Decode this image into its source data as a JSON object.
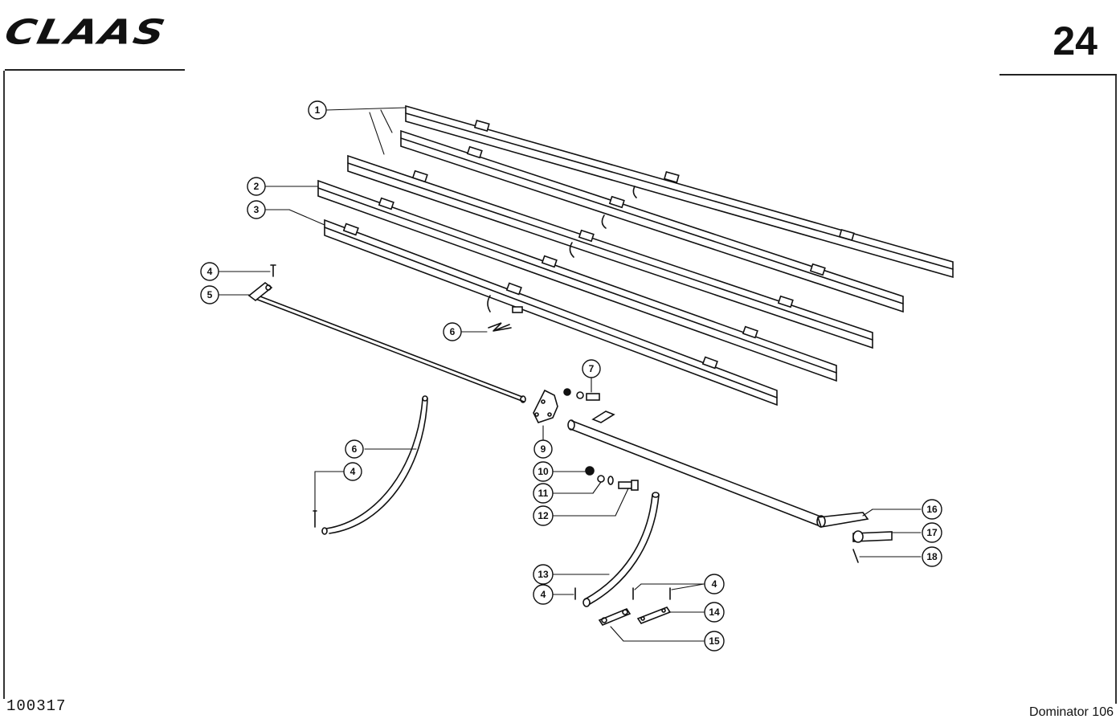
{
  "header": {
    "brand": "CLAAS",
    "page_number": "24"
  },
  "footer": {
    "doc_number": "100317",
    "model": "Dominator 106"
  },
  "callouts": [
    {
      "id": "c1",
      "label": "1"
    },
    {
      "id": "c2",
      "label": "2"
    },
    {
      "id": "c3",
      "label": "3"
    },
    {
      "id": "c4a",
      "label": "4"
    },
    {
      "id": "c5",
      "label": "5"
    },
    {
      "id": "c6a",
      "label": "6"
    },
    {
      "id": "c7",
      "label": "7"
    },
    {
      "id": "c9",
      "label": "9"
    },
    {
      "id": "c6b",
      "label": "6"
    },
    {
      "id": "c4b",
      "label": "4"
    },
    {
      "id": "c10",
      "label": "10"
    },
    {
      "id": "c11",
      "label": "11"
    },
    {
      "id": "c12",
      "label": "12"
    },
    {
      "id": "c16",
      "label": "16"
    },
    {
      "id": "c17",
      "label": "17"
    },
    {
      "id": "c18",
      "label": "18"
    },
    {
      "id": "c13",
      "label": "13"
    },
    {
      "id": "c4c",
      "label": "4"
    },
    {
      "id": "c4d",
      "label": "4"
    },
    {
      "id": "c14",
      "label": "14"
    },
    {
      "id": "c15",
      "label": "15"
    }
  ]
}
